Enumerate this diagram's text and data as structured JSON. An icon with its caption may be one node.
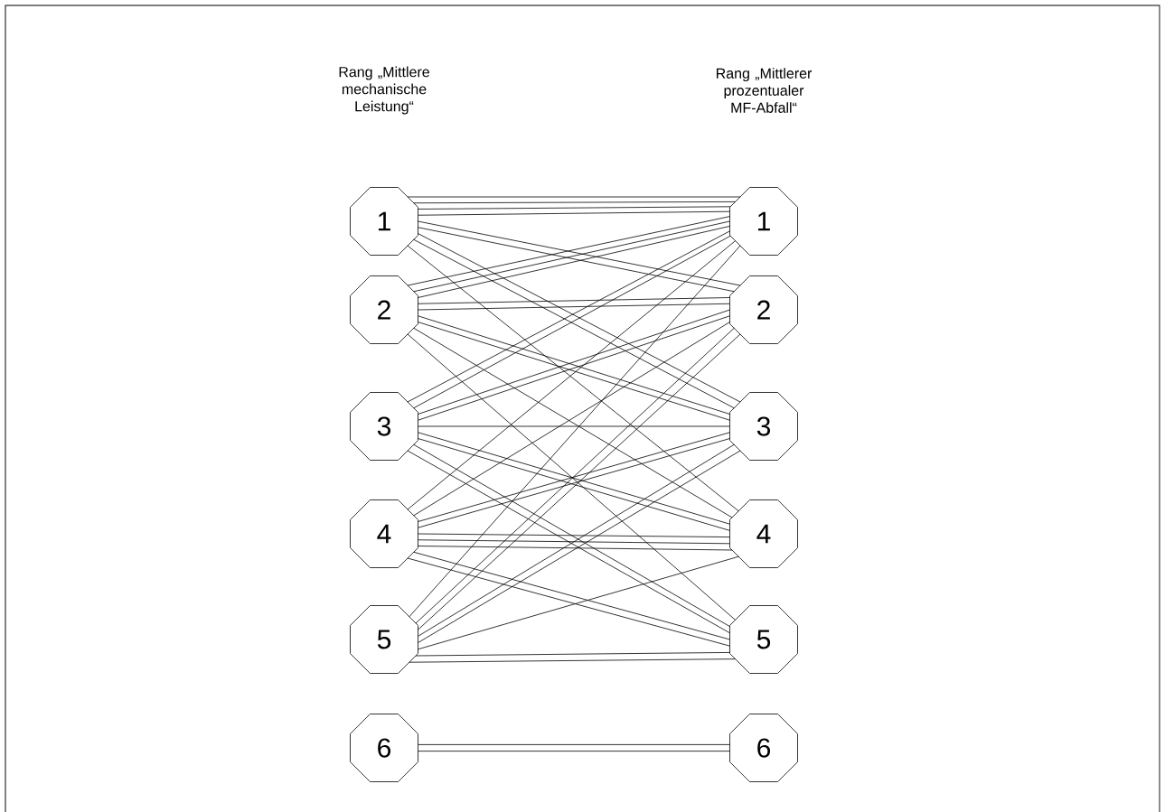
{
  "diagram": {
    "nodes": [
      {
        "text": [
          "1"
        ]
      },
      {
        "text": [
          "2"
        ]
      },
      {
        "text": [
          "3"
        ]
      },
      {
        "text": [
          "4"
        ]
      },
      {
        "text": [
          "5"
        ]
      },
      {
        "text": [
          "6"
        ]
      },
      {
        "text": [
          "1"
        ]
      },
      {
        "text": [
          "2"
        ]
      },
      {
        "text": [
          "3"
        ]
      },
      {
        "text": [
          "4"
        ]
      },
      {
        "text": [
          "5"
        ]
      },
      {
        "text": [
          "6"
        ]
      }
    ],
    "edges": [
      {
        "from": 0,
        "to": 6,
        "arrow": "none"
      },
      {
        "from": 0,
        "to": 6,
        "arrow": "none"
      },
      {
        "from": 0,
        "to": 6,
        "arrow": "none"
      },
      {
        "from": 0,
        "to": 6,
        "arrow": "none"
      },
      {
        "from": 0,
        "to": 7,
        "arrow": "none"
      },
      {
        "from": 0,
        "to": 7,
        "arrow": "none"
      },
      {
        "from": 0,
        "to": 8,
        "arrow": "none"
      },
      {
        "from": 0,
        "to": 8,
        "arrow": "none"
      },
      {
        "from": 0,
        "to": 9,
        "arrow": "none"
      },
      {
        "from": 1,
        "to": 6,
        "arrow": "none"
      },
      {
        "from": 1,
        "to": 6,
        "arrow": "none"
      },
      {
        "from": 1,
        "to": 6,
        "arrow": "none"
      },
      {
        "from": 1,
        "to": 7,
        "arrow": "none"
      },
      {
        "from": 1,
        "to": 7,
        "arrow": "none"
      },
      {
        "from": 1,
        "to": 8,
        "arrow": "none"
      },
      {
        "from": 1,
        "to": 8,
        "arrow": "none"
      },
      {
        "from": 1,
        "to": 9,
        "arrow": "none"
      },
      {
        "from": 1,
        "to": 10,
        "arrow": "none"
      },
      {
        "from": 2,
        "to": 6,
        "arrow": "none"
      },
      {
        "from": 2,
        "to": 6,
        "arrow": "none"
      },
      {
        "from": 2,
        "to": 7,
        "arrow": "none"
      },
      {
        "from": 2,
        "to": 7,
        "arrow": "none"
      },
      {
        "from": 2,
        "to": 8,
        "arrow": "none"
      },
      {
        "from": 2,
        "to": 9,
        "arrow": "none"
      },
      {
        "from": 2,
        "to": 9,
        "arrow": "none"
      },
      {
        "from": 2,
        "to": 10,
        "arrow": "none"
      },
      {
        "from": 2,
        "to": 10,
        "arrow": "none"
      },
      {
        "from": 3,
        "to": 6,
        "arrow": "none"
      },
      {
        "from": 3,
        "to": 7,
        "arrow": "none"
      },
      {
        "from": 3,
        "to": 8,
        "arrow": "none"
      },
      {
        "from": 3,
        "to": 8,
        "arrow": "none"
      },
      {
        "from": 3,
        "to": 9,
        "arrow": "none"
      },
      {
        "from": 3,
        "to": 9,
        "arrow": "none"
      },
      {
        "from": 3,
        "to": 9,
        "arrow": "none"
      },
      {
        "from": 3,
        "to": 10,
        "arrow": "none"
      },
      {
        "from": 3,
        "to": 10,
        "arrow": "none"
      },
      {
        "from": 4,
        "to": 6,
        "arrow": "none"
      },
      {
        "from": 4,
        "to": 7,
        "arrow": "none"
      },
      {
        "from": 4,
        "to": 7,
        "arrow": "none"
      },
      {
        "from": 4,
        "to": 8,
        "arrow": "none"
      },
      {
        "from": 4,
        "to": 8,
        "arrow": "none"
      },
      {
        "from": 4,
        "to": 9,
        "arrow": "none"
      },
      {
        "from": 4,
        "to": 10,
        "arrow": "none"
      },
      {
        "from": 4,
        "to": 10,
        "arrow": "none"
      },
      {
        "from": 5,
        "to": 11,
        "arrow": "none"
      },
      {
        "from": 5,
        "to": 11,
        "arrow": "none"
      }
    ],
    "labels": [
      "Rang „Mittlere mechanische Leistung“",
      "Rang „Mittlerer prozentualer MF-Abfall“"
    ]
  }
}
